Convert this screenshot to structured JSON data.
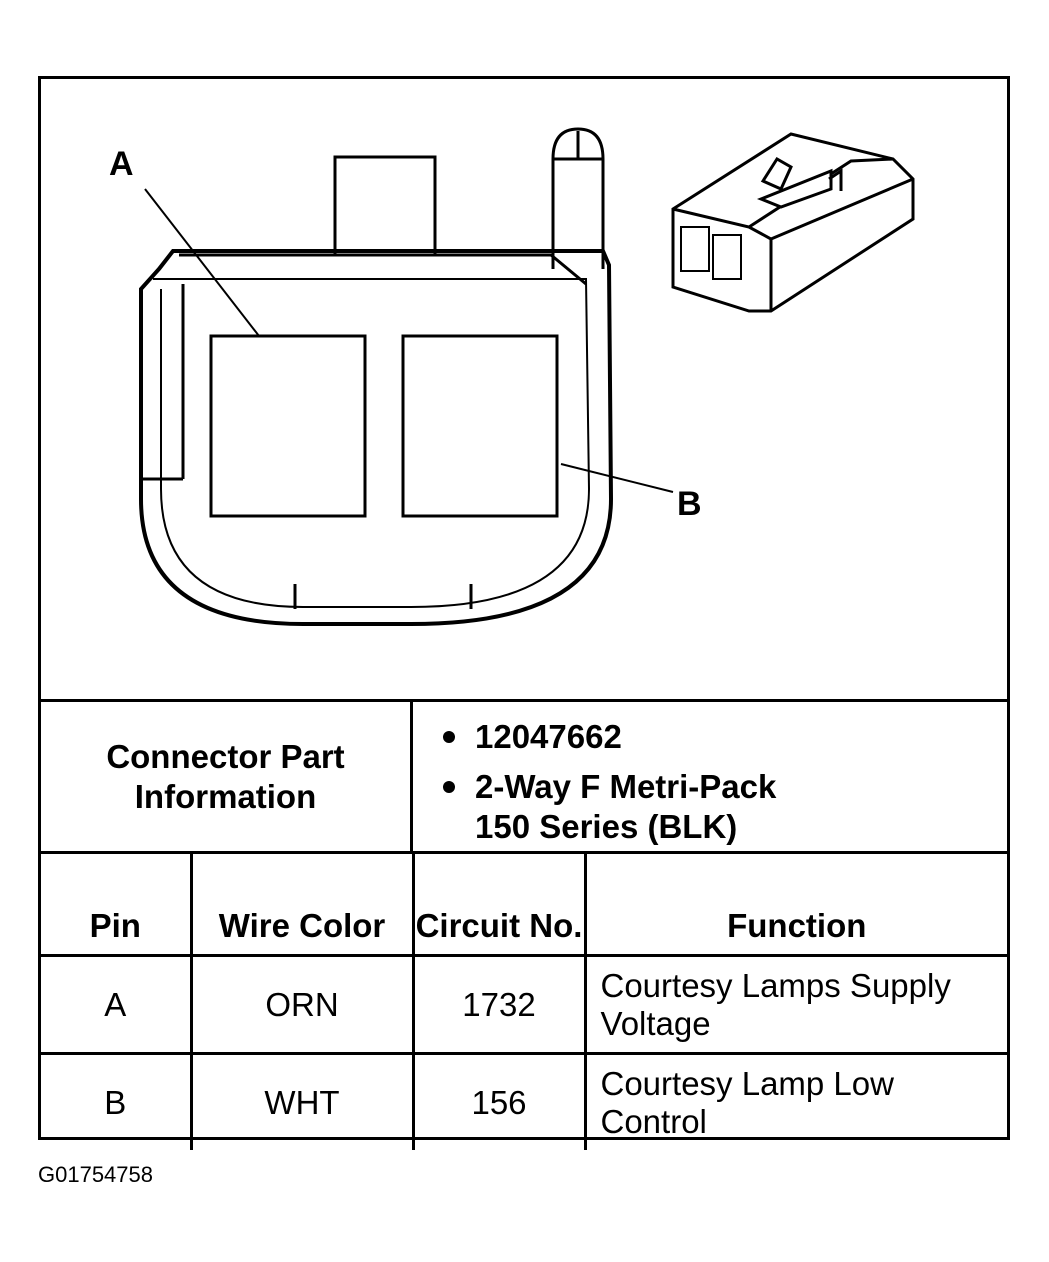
{
  "callouts": {
    "a": "A",
    "b": "B"
  },
  "part_info": {
    "label": "Connector Part Information",
    "items": [
      "12047662",
      "2-Way F Metri-Pack",
      "150 Series (BLK)"
    ]
  },
  "table": {
    "headers": [
      "Pin",
      "Wire Color",
      "Circuit No.",
      "Function"
    ],
    "rows": [
      [
        "A",
        "ORN",
        "1732",
        "Courtesy Lamps Supply Voltage"
      ],
      [
        "B",
        "WHT",
        "156",
        "Courtesy Lamp Low Control"
      ]
    ]
  },
  "figure_id": "G01754758"
}
